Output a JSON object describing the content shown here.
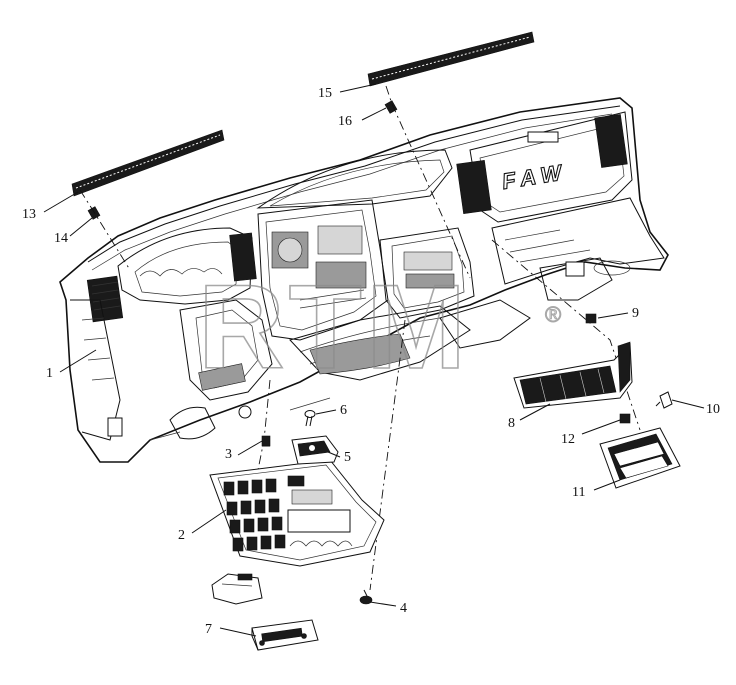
{
  "diagram": {
    "brand_mark": "FAW",
    "watermark": "RTM",
    "watermark_symbol": "®",
    "callouts": [
      {
        "id": "1",
        "label": "1"
      },
      {
        "id": "2",
        "label": "2"
      },
      {
        "id": "3",
        "label": "3"
      },
      {
        "id": "4",
        "label": "4"
      },
      {
        "id": "5",
        "label": "5"
      },
      {
        "id": "6",
        "label": "6"
      },
      {
        "id": "7",
        "label": "7"
      },
      {
        "id": "8",
        "label": "8"
      },
      {
        "id": "9",
        "label": "9"
      },
      {
        "id": "10",
        "label": "10"
      },
      {
        "id": "11",
        "label": "11"
      },
      {
        "id": "12",
        "label": "12"
      },
      {
        "id": "13",
        "label": "13"
      },
      {
        "id": "14",
        "label": "14"
      },
      {
        "id": "15",
        "label": "15"
      },
      {
        "id": "16",
        "label": "16"
      }
    ]
  }
}
